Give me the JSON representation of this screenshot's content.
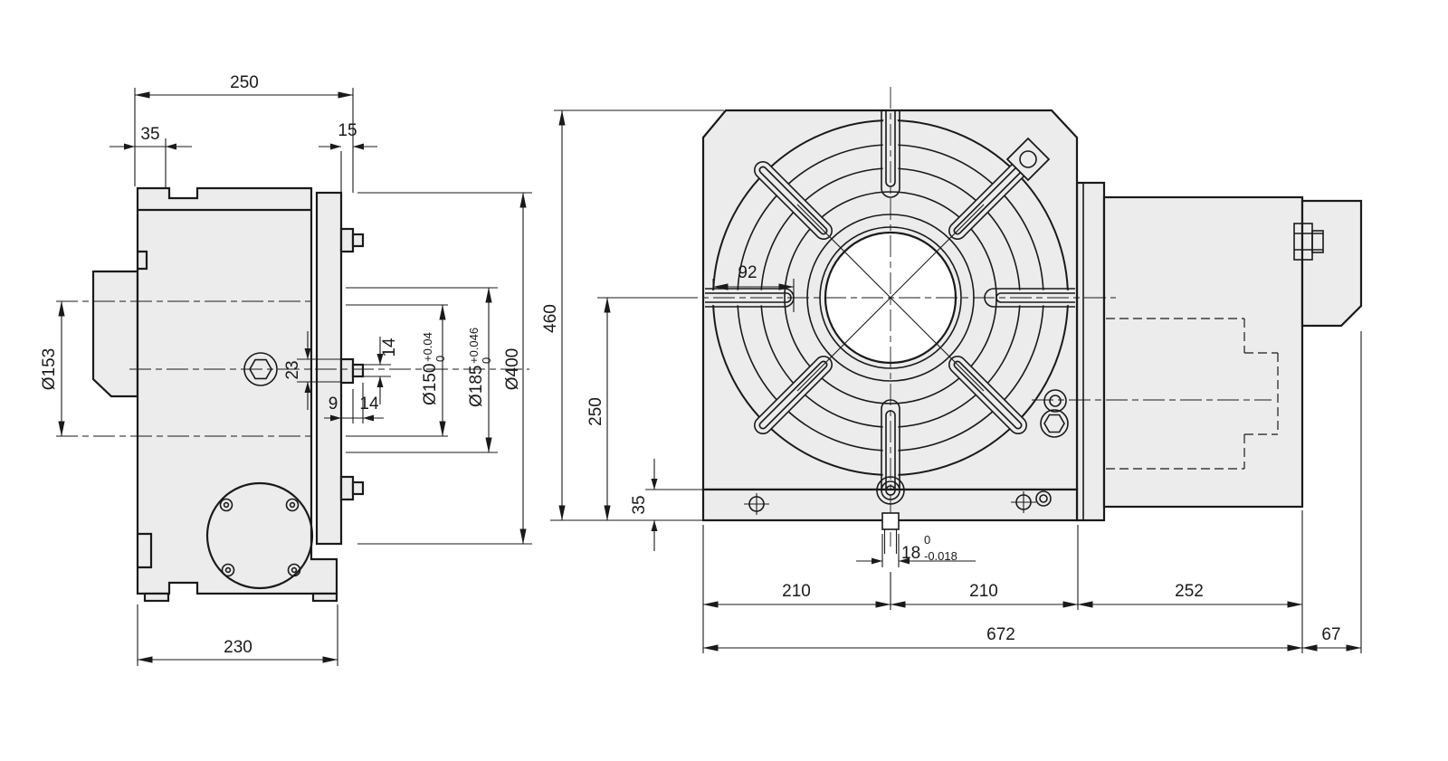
{
  "drawing": {
    "type": "technical-drawing",
    "description": "Two-view dimensioned drawing of a rotary table unit",
    "colors": {
      "line": "#1a1a1a",
      "part_fill": "#ececec",
      "background": "#ffffff"
    },
    "side_view": {
      "dims": {
        "overall_width": "250",
        "offset_left": "35",
        "flange_lip": "15",
        "boss_diameter": "Ø153",
        "tslot_base_height": "23",
        "tslot_neck_height": "14",
        "face_depth": "9",
        "tslot_depth": "14",
        "spigot_inner": "Ø150",
        "spigot_inner_tol_upper": "+0.04",
        "spigot_inner_tol_lower": "0",
        "spigot_outer": "Ø185",
        "spigot_outer_tol_upper": "+0.046",
        "spigot_outer_tol_lower": "0",
        "table_diameter": "Ø400",
        "base_width": "230"
      }
    },
    "front_view": {
      "dims": {
        "overall_height": "460",
        "center_height": "250",
        "base_height": "35",
        "slot_length": "92",
        "key_width": "18",
        "key_tol_upper": "0",
        "key_tol_lower": "-0.018",
        "seg_left": "210",
        "seg_center": "210",
        "seg_right": "252",
        "overall_length": "672",
        "connector_width": "67"
      }
    }
  }
}
